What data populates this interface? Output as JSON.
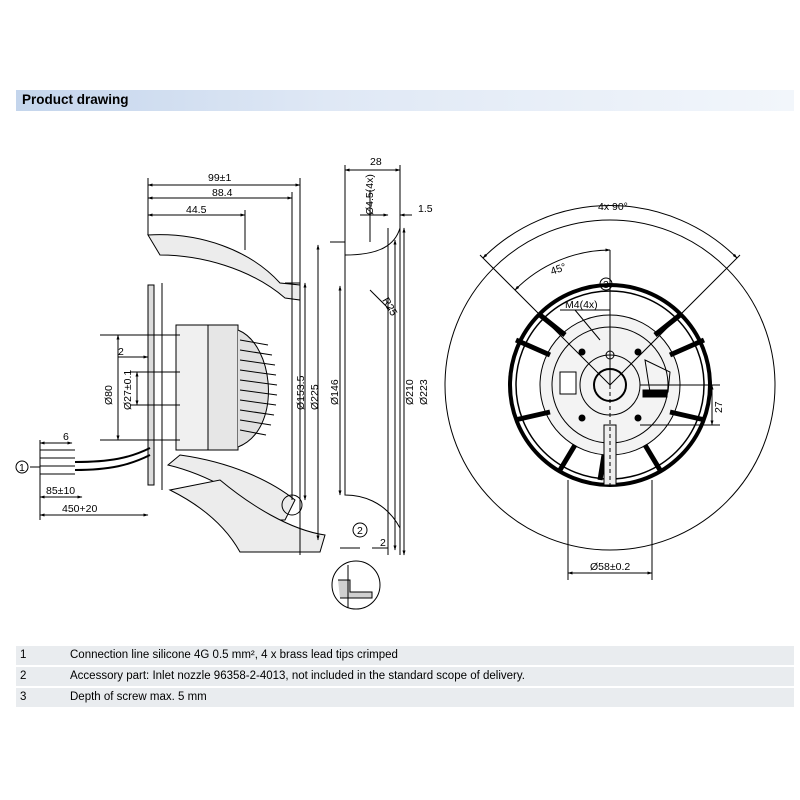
{
  "header": {
    "title": "Product drawing"
  },
  "dimensions": {
    "d99": "99±1",
    "d88": "88.4",
    "d44": "44.5",
    "d2": "2",
    "d80": "Ø80",
    "d27": "Ø27±0.1",
    "d6": "6",
    "d85": "85±10",
    "d450": "450+20",
    "d1535": "Ø153.5",
    "d225": "Ø225",
    "d146": "Ø146",
    "d28": "28",
    "d45x4": "Ø4.5(4x)",
    "d15": "1.5",
    "r25": "R25",
    "d210": "Ø210",
    "d223": "Ø223",
    "d2b": "2",
    "ang4x90": "4x 90°",
    "ang45": "45°",
    "m4": "M4(4x)",
    "d27b": "27",
    "d58": "Ø58±0.2"
  },
  "callouts": {
    "c1": "1",
    "c2": "2",
    "c3": "3"
  },
  "notes": [
    {
      "num": "1",
      "text": "Connection line silicone 4G 0.5 mm², 4 x brass lead tips crimped"
    },
    {
      "num": "2",
      "text": "Accessory part: Inlet nozzle 96358-2-4013, not included in the standard scope of delivery."
    },
    {
      "num": "3",
      "text": "Depth of screw max. 5 mm"
    }
  ]
}
